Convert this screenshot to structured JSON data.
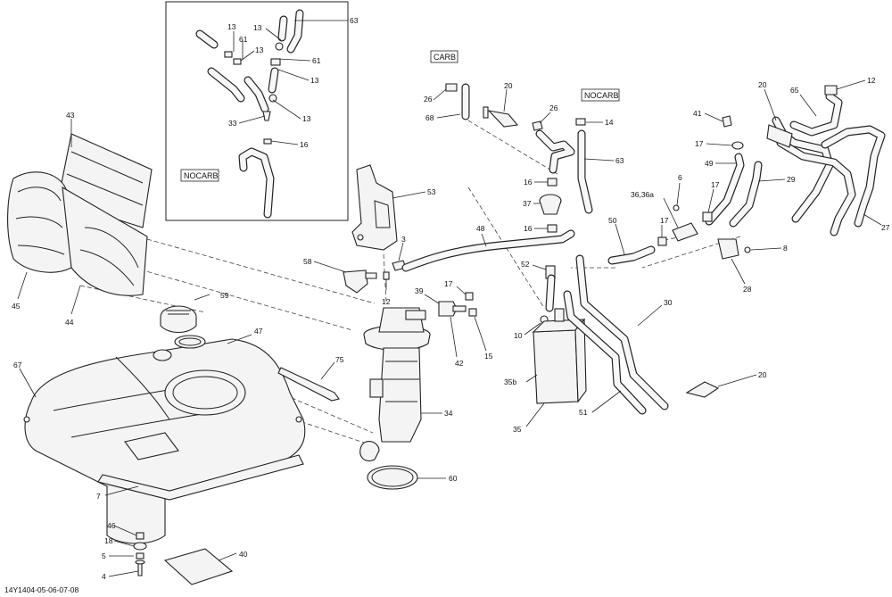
{
  "diagram": {
    "reference": "14Y1404-05-06-07-08",
    "inset_tag": "NOCARB",
    "carb_tag": "CARB",
    "nocarb_tag": "NOCARB",
    "callouts": {
      "c63a": "63",
      "c13a": "13",
      "c13b": "13",
      "c61a": "61",
      "c13c": "13",
      "c61b": "61",
      "c13d": "13",
      "c13e": "13",
      "c33": "33",
      "c16a": "16",
      "c26a": "26",
      "c68": "68",
      "c20a": "20",
      "c26b": "26",
      "c14": "14",
      "c63b": "63",
      "c43": "43",
      "c45": "45",
      "c44": "44",
      "c53": "53",
      "c3": "3",
      "c58": "58",
      "c12a": "12",
      "c48": "48",
      "c52": "52",
      "c16b": "16",
      "c37": "37",
      "c16c": "16",
      "c39": "39",
      "c17a": "17",
      "c10": "10",
      "c42": "42",
      "c15": "15",
      "c59": "59",
      "c47": "47",
      "c67": "67",
      "c75": "75",
      "c34": "34",
      "c35b": "35b",
      "c35": "35",
      "c60": "60",
      "c7": "7",
      "c46": "46",
      "c18": "18",
      "c5": "5",
      "c4": "4",
      "c40": "40",
      "c20b": "20",
      "c65": "65",
      "c12b": "12",
      "c41": "41",
      "c17b": "17",
      "c49": "49",
      "c29": "29",
      "c6": "6",
      "c17c": "17",
      "c36": "36,36a",
      "c50": "50",
      "c17d": "17",
      "c27": "27",
      "c8": "8",
      "c28": "28",
      "c30": "30",
      "c51": "51",
      "c20c": "20"
    }
  }
}
